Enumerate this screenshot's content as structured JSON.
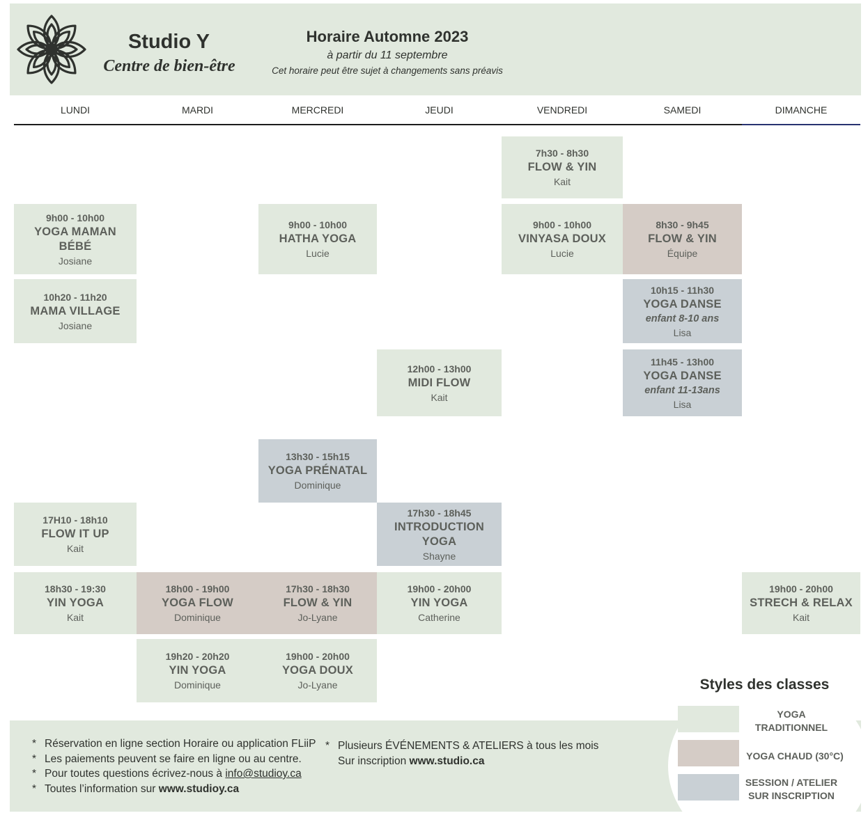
{
  "brand": {
    "name": "Studio Y",
    "tagline": "Centre de bien-être"
  },
  "schedule": {
    "title": "Horaire Automne 2023",
    "subtitle": "à partir du 11 septembre",
    "note": "Cet horaire peut être sujet à changements sans préavis"
  },
  "days": [
    "LUNDI",
    "MARDI",
    "MERCREDI",
    "JEUDI",
    "VENDREDI",
    "SAMEDI",
    "DIMANCHE"
  ],
  "classes": [
    {
      "day": "VENDREDI",
      "time": "7h30 - 8h30",
      "name": "FLOW & YIN",
      "instructor": "Kait",
      "style": "traditionnel"
    },
    {
      "day": "LUNDI",
      "time": "9h00 - 10h00",
      "name": "YOGA MAMAN BÉBÉ",
      "instructor": "Josiane",
      "style": "traditionnel"
    },
    {
      "day": "MERCREDI",
      "time": "9h00 - 10h00",
      "name": "HATHA YOGA",
      "instructor": "Lucie",
      "style": "traditionnel"
    },
    {
      "day": "VENDREDI",
      "time": "9h00 - 10h00",
      "name": "VINYASA DOUX",
      "instructor": "Lucie",
      "style": "traditionnel"
    },
    {
      "day": "SAMEDI",
      "time": "8h30  - 9h45",
      "name": "FLOW & YIN",
      "instructor": "Équipe",
      "style": "chaud"
    },
    {
      "day": "LUNDI",
      "time": "10h20 - 11h20",
      "name": "MAMA VILLAGE",
      "instructor": "Josiane",
      "style": "traditionnel"
    },
    {
      "day": "SAMEDI",
      "time": "10h15 - 11h30",
      "name": "YOGA DANSE",
      "extra": "enfant 8-10 ans",
      "instructor": "Lisa",
      "style": "session"
    },
    {
      "day": "JEUDI",
      "time": "12h00 - 13h00",
      "name": "MIDI FLOW",
      "instructor": "Kait",
      "style": "traditionnel"
    },
    {
      "day": "SAMEDI",
      "time": "11h45 - 13h00",
      "name": "YOGA DANSE",
      "extra": "enfant 11-13ans",
      "instructor": "Lisa",
      "style": "session"
    },
    {
      "day": "MERCREDI",
      "time": "13h30 - 15h15",
      "name": "YOGA PRÉNATAL",
      "instructor": "Dominique",
      "style": "session"
    },
    {
      "day": "LUNDI",
      "time": "17H10 - 18h10",
      "name": "FLOW IT UP",
      "instructor": "Kait",
      "style": "traditionnel"
    },
    {
      "day": "JEUDI",
      "time": "17h30 - 18h45",
      "name": "INTRODUCTION YOGA",
      "instructor": "Shayne",
      "style": "session"
    },
    {
      "day": "LUNDI",
      "time": "18h30 - 19:30",
      "name": "YIN YOGA",
      "instructor": "Kait",
      "style": "traditionnel"
    },
    {
      "day": "MARDI",
      "time": "18h00 - 19h00",
      "name": "YOGA FLOW",
      "instructor": "Dominique",
      "style": "chaud"
    },
    {
      "day": "MERCREDI",
      "time": "17h30 - 18h30",
      "name": "FLOW & YIN",
      "instructor": "Jo-Lyane",
      "style": "chaud"
    },
    {
      "day": "JEUDI",
      "time": "19h00 - 20h00",
      "name": "YIN YOGA",
      "instructor": "Catherine",
      "style": "traditionnel"
    },
    {
      "day": "DIMANCHE",
      "time": "19h00 - 20h00",
      "name": "STRECH & RELAX",
      "instructor": "Kait",
      "style": "traditionnel"
    },
    {
      "day": "MARDI",
      "time": "19h20 - 20h20",
      "name": "YIN YOGA",
      "instructor": "Dominique",
      "style": "traditionnel"
    },
    {
      "day": "MERCREDI",
      "time": "19h00 - 20h00",
      "name": "YOGA DOUX",
      "instructor": "Jo-Lyane",
      "style": "traditionnel"
    }
  ],
  "legend": {
    "title": "Styles des classes",
    "items": [
      {
        "label_1": "YOGA",
        "label_2": "TRADITIONNEL",
        "color": "#e1e9de"
      },
      {
        "label_1": "YOGA CHAUD (30°C)",
        "label_2": "",
        "color": "#d5ccc6"
      },
      {
        "label_1": "SESSION / ATELIER",
        "label_2": "SUR INSCRIPTION",
        "color": "#c9d0d5"
      }
    ]
  },
  "footer": {
    "notes": {
      "reservation": "Réservation en ligne section Horaire ou application FLiiP",
      "payments": "Les paiements peuvent se faire en ligne ou au centre.",
      "questions_prefix": "Pour toutes questions écrivez-nous à ",
      "questions_email": "info@studioy.ca",
      "info_prefix": "Toutes l’information sur ",
      "info_site": "www.studioy.ca"
    },
    "events_line": "Plusieurs ÉVÉNEMENTS & ATELIERS à tous les mois",
    "signup_prefix": "Sur inscription ",
    "signup_site": "www.studio.ca",
    "bullet": "*"
  },
  "colors": {
    "traditionnel": "#e1e9de",
    "chaud": "#d5ccc6",
    "session": "#c9d0d5",
    "heading_text": "#2f322e",
    "class_text": "#5d605b"
  },
  "icons": {
    "logo": "lotus-mandala-icon"
  }
}
